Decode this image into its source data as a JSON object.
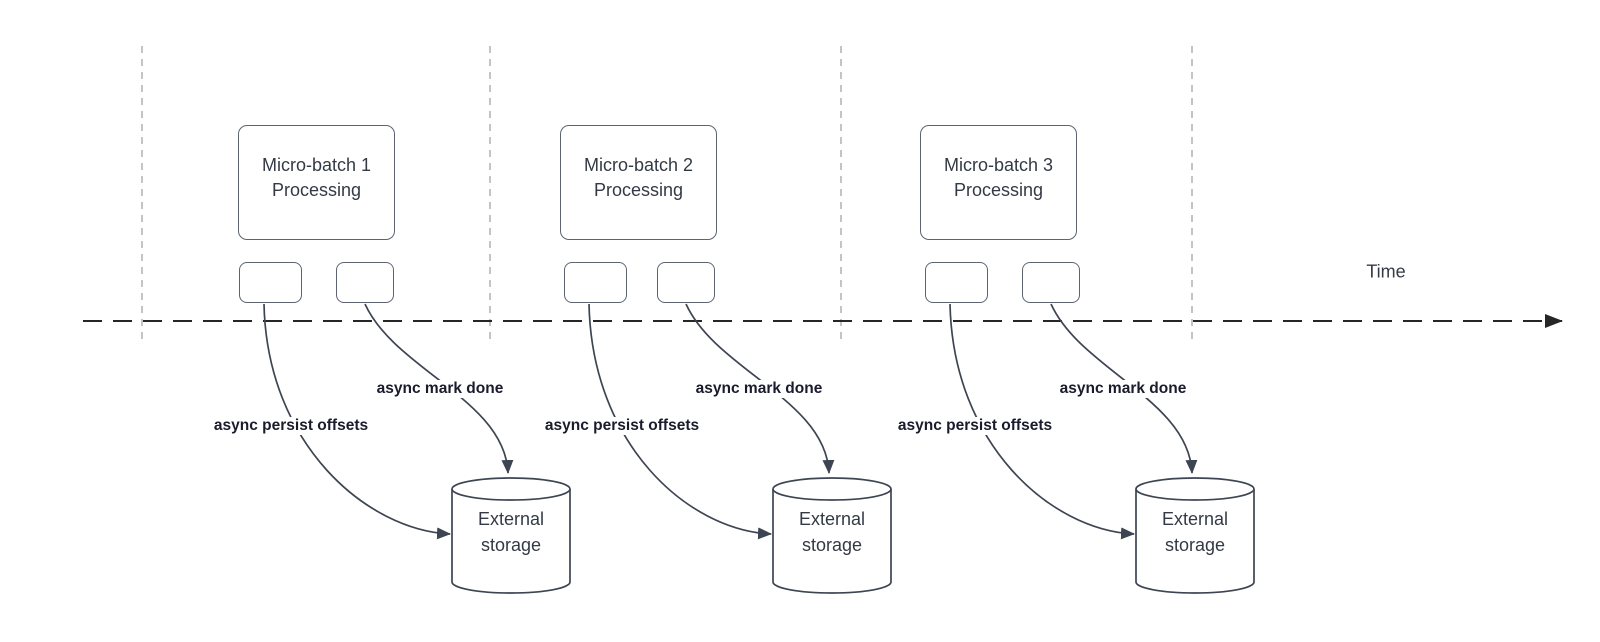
{
  "timeline": {
    "label": "Time"
  },
  "groups": [
    {
      "box_title_line1": "Micro-batch 1",
      "box_title_line2": "Processing",
      "persist_arrow_label": "async persist offsets",
      "mark_arrow_label": "async mark done",
      "storage_line1": "External",
      "storage_line2": "storage"
    },
    {
      "box_title_line1": "Micro-batch 2",
      "box_title_line2": "Processing",
      "persist_arrow_label": "async persist offsets",
      "mark_arrow_label": "async mark done",
      "storage_line1": "External",
      "storage_line2": "storage"
    },
    {
      "box_title_line1": "Micro-batch 3",
      "box_title_line2": "Processing",
      "persist_arrow_label": "async persist offsets",
      "mark_arrow_label": "async mark done",
      "storage_line1": "External",
      "storage_line2": "storage"
    }
  ],
  "icons": {
    "storage_shape": "database-cylinder-icon",
    "axis_end": "arrowhead-icon"
  },
  "colors": {
    "background": "#ffffff",
    "node_border": "#5d6470",
    "node_text": "#333a45",
    "arrow_stroke": "#3e4552",
    "label_text": "#1a1b2c",
    "timeline_stroke": "#262626",
    "lane_divider": "#b3b6bb"
  }
}
